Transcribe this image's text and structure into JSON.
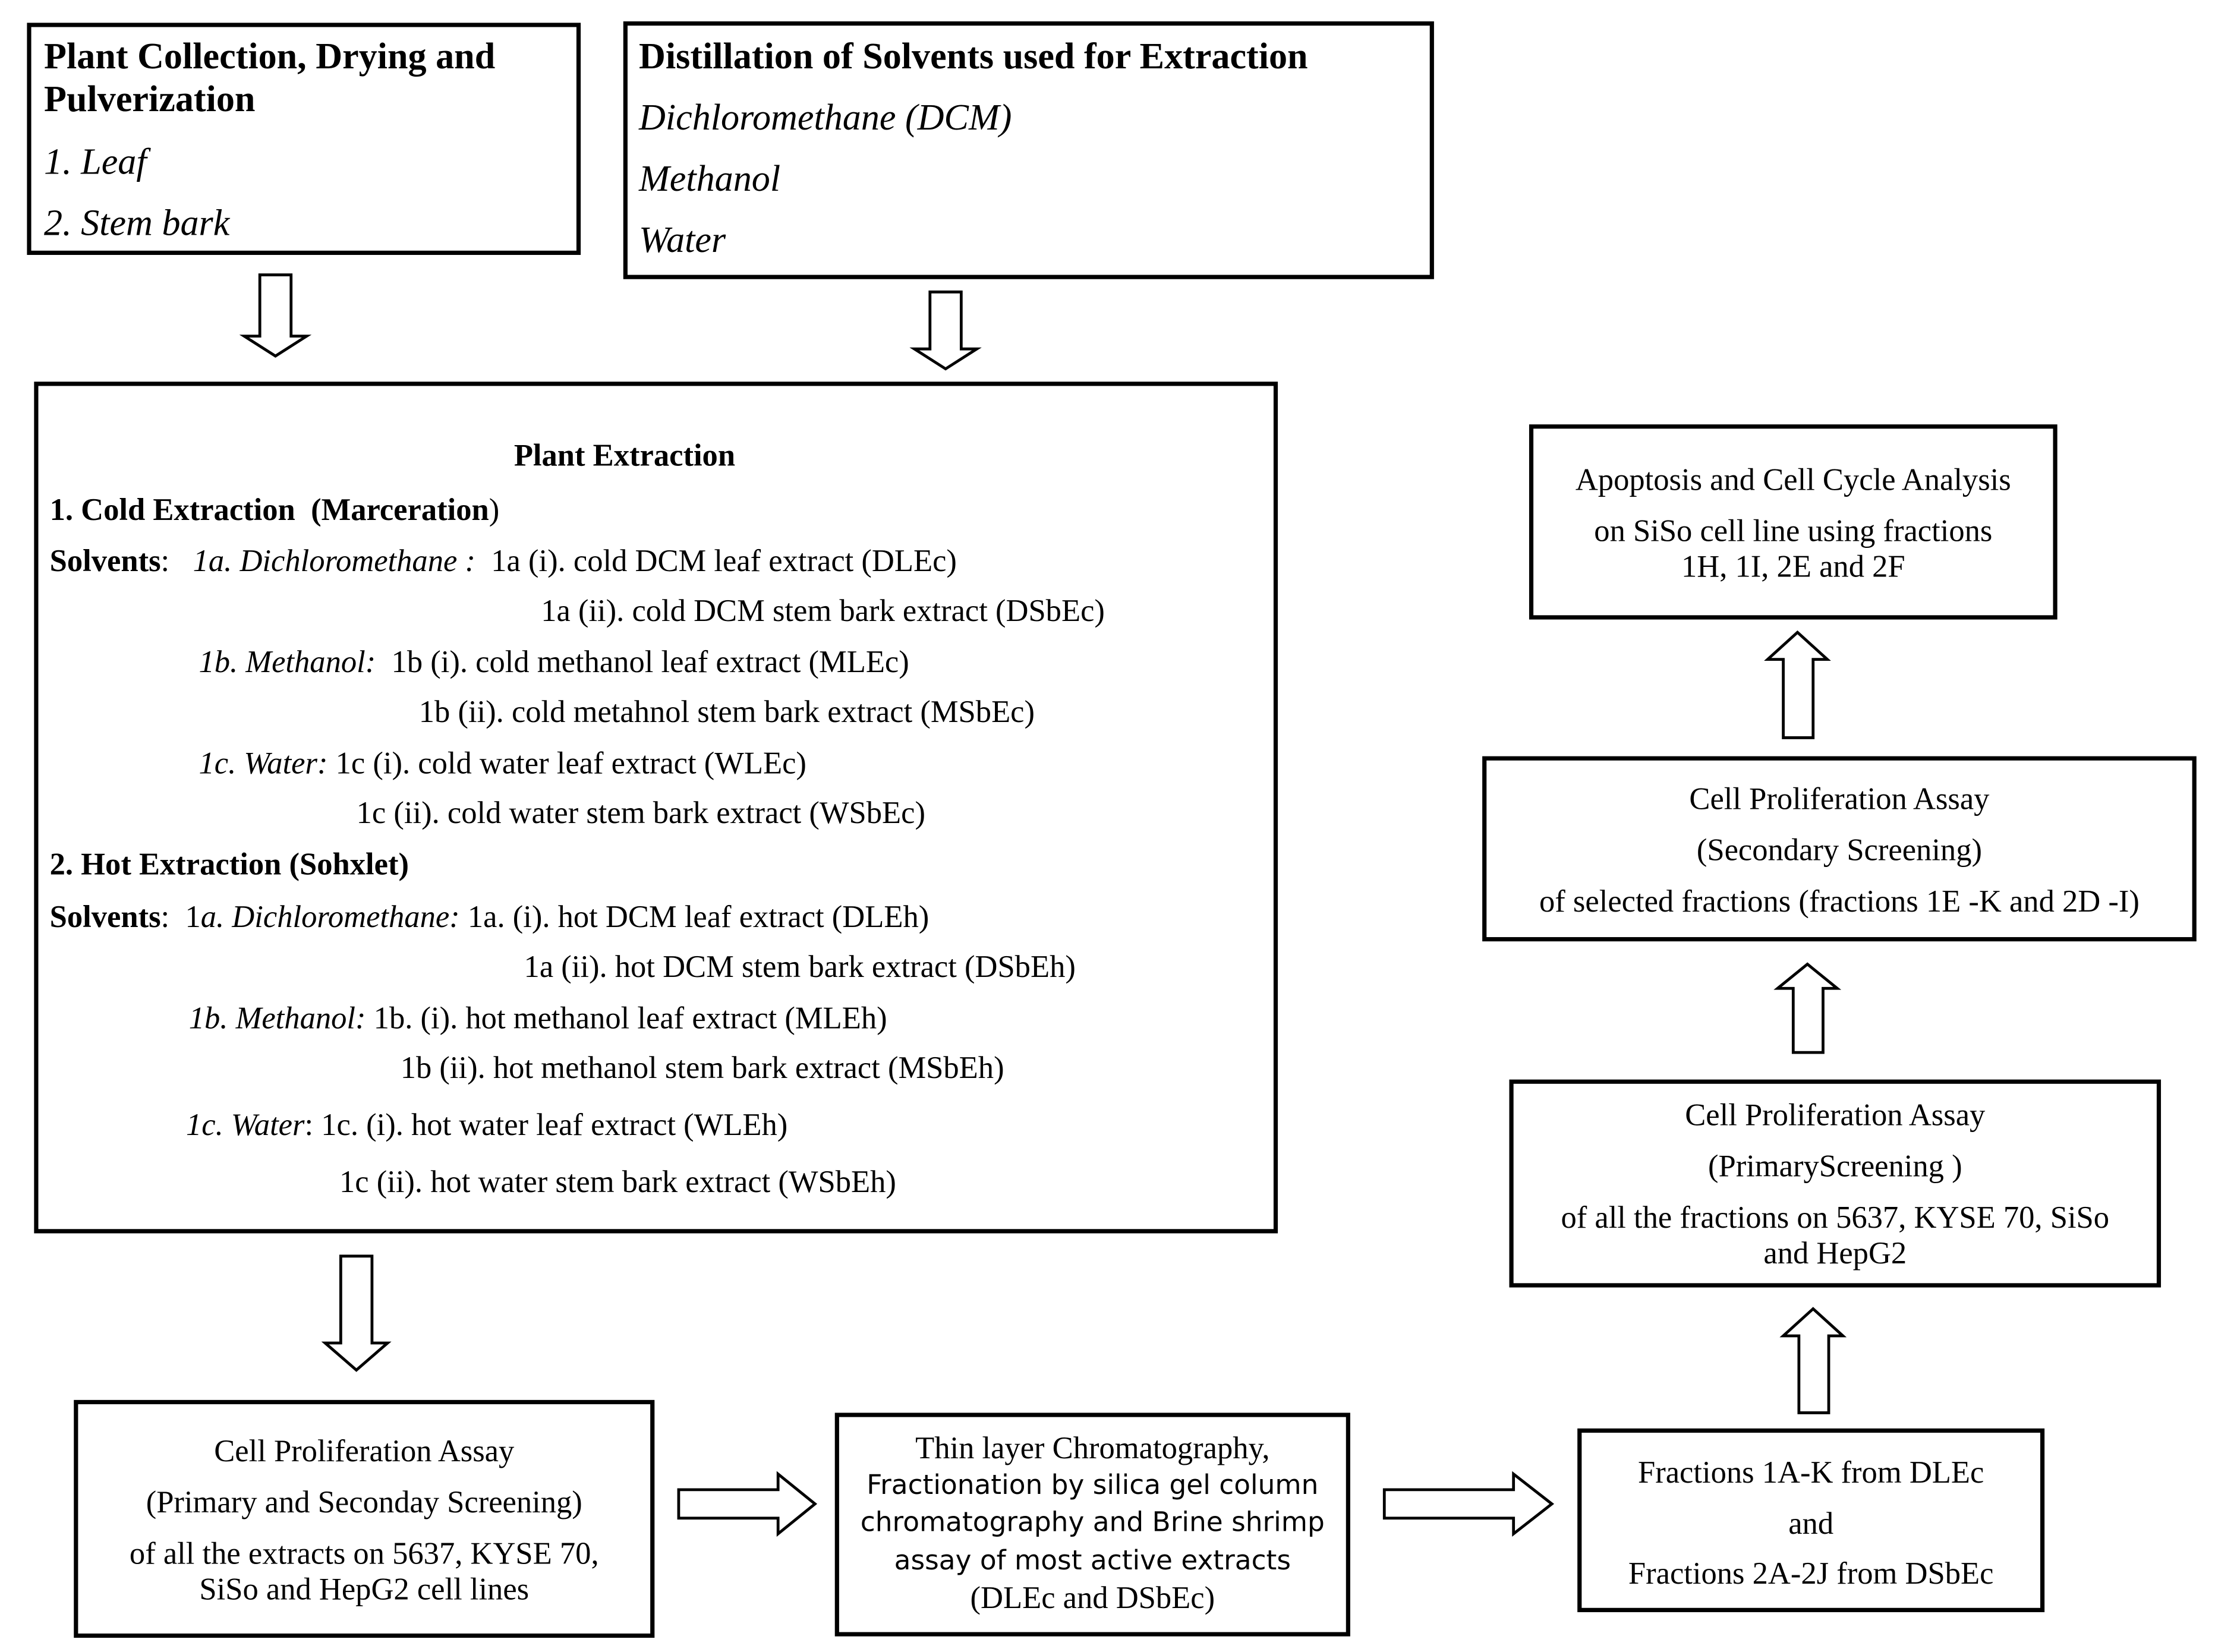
{
  "box_collection": {
    "title": "Plant Collection, Drying and Pulverization",
    "items": [
      "1. Leaf",
      "2. Stem bark"
    ]
  },
  "box_distillation": {
    "title": "Distillation of Solvents used for Extraction",
    "items": [
      "Dichloromethane (DCM)",
      "Methanol",
      "Water"
    ]
  },
  "box_extraction": {
    "title": "Plant Extraction",
    "cold": {
      "heading": "1. Cold Extraction",
      "method": "(Marceration",
      "close": ")",
      "solvents_label": "Solvents",
      "solvents_colon": ":",
      "dcm_label": "1a. Dichloromethane :",
      "dcm_1": "1a (i). cold DCM leaf extract (DLEc)",
      "dcm_2": "1a (ii). cold DCM stem bark extract (DSbEc)",
      "meoh_label": "1b. Methanol:",
      "meoh_1": "1b (i). cold methanol leaf extract (MLEc)",
      "meoh_2": "1b (ii). cold metahnol stem bark extract (MSbEc)",
      "water_label": "1c. Water:",
      "water_1": "1c (i). cold water leaf extract (WLEc)",
      "water_2": "1c (ii). cold water stem bark extract (WSbEc)"
    },
    "hot": {
      "heading": "2. Hot Extraction (Sohxlet)",
      "solvents_label": "Solvents",
      "solvents_colon": ":",
      "dcm_prefix": "1",
      "dcm_label": "a. Dichloromethane:",
      "dcm_1": "1a. (i). hot DCM leaf extract (DLEh)",
      "dcm_2": "1a (ii). hot DCM stem bark extract (DSbEh)",
      "meoh_label": "1b. Methanol:",
      "meoh_1": "1b. (i). hot methanol leaf extract (MLEh)",
      "meoh_2": "1b (ii). hot methanol stem bark extract (MSbEh)",
      "water_label": "1c. Water",
      "water_colon": ":",
      "water_1": "1c. (i). hot water leaf extract (WLEh)",
      "water_2": "1c (ii). hot water stem bark extract (WSbEh)"
    }
  },
  "box_assay_extracts": {
    "line1": "Cell Proliferation Assay",
    "line2": "(Primary and Seconday Screening)",
    "line3": "of all the extracts on 5637, KYSE 70,",
    "line4": "SiSo and HepG2 cell lines"
  },
  "box_tlc": {
    "line1": "Thin layer Chromatography,",
    "line2": "Fractionation by silica gel column",
    "line3": "chromatography and Brine shrimp",
    "line4": "assay of most active extracts",
    "line5": "(DLEc and DSbEc)"
  },
  "box_fractions": {
    "line1": "Fractions 1A-K from DLEc",
    "line2": "and",
    "line3": "Fractions 2A-2J from DSbEc"
  },
  "box_primary": {
    "line1": "Cell Proliferation Assay",
    "line2": "(PrimaryScreening )",
    "line3": "of all the fractions on 5637, KYSE 70, SiSo",
    "line4": "and HepG2"
  },
  "box_secondary": {
    "line1": "Cell Proliferation Assay",
    "line2": "(Secondary Screening)",
    "line3": "of selected fractions  (fractions 1E -K and 2D -I)"
  },
  "box_apoptosis": {
    "line1": "Apoptosis and Cell Cycle Analysis",
    "line2": "on SiSo cell line using fractions",
    "line3": "1H, 1I, 2E and 2F"
  }
}
